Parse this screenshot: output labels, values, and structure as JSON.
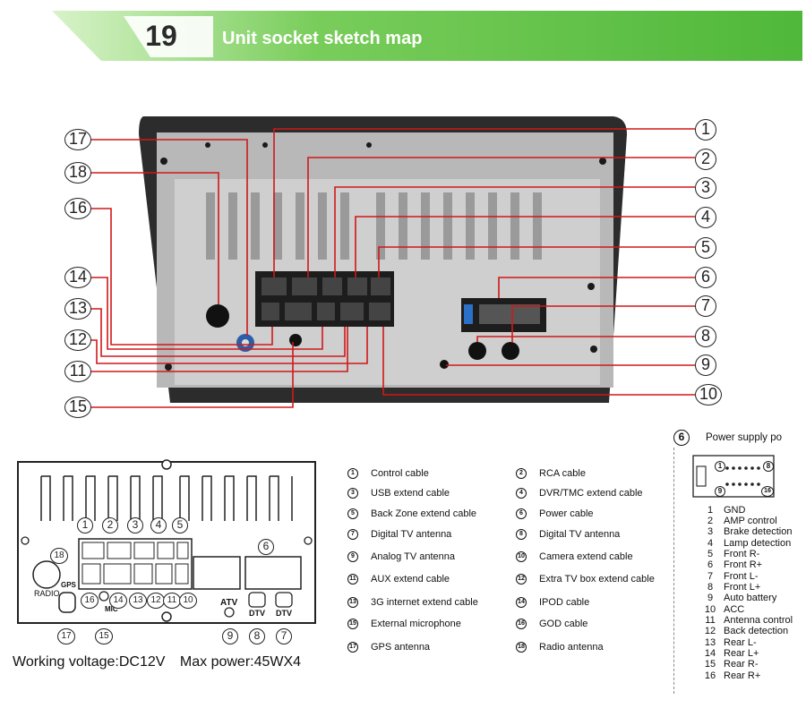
{
  "header": {
    "number": "19",
    "title": "Unit socket sketch map",
    "colors": {
      "green_light": "#bfe9a8",
      "green_dark": "#4fb83a",
      "text": "#ffffff"
    }
  },
  "photo_callouts": [
    "1",
    "2",
    "3",
    "4",
    "5",
    "6",
    "7",
    "8",
    "9",
    "10",
    "11",
    "12",
    "13",
    "14",
    "15",
    "16",
    "17",
    "18"
  ],
  "sketch": {
    "labels": {
      "gps": "GPS",
      "radio": "RADIO",
      "mic": "MIC",
      "atv": "ATV",
      "dtv": "DTV"
    },
    "port_numbers": [
      "1",
      "2",
      "3",
      "4",
      "5",
      "6",
      "7",
      "8",
      "9",
      "10",
      "11",
      "12",
      "13",
      "14",
      "15",
      "16",
      "17",
      "18"
    ]
  },
  "specs": {
    "voltage": "Working voltage:DC12V",
    "power": "Max power:45WX4"
  },
  "legend": [
    {
      "num": "1",
      "label": "Control cable"
    },
    {
      "num": "2",
      "label": "RCA cable"
    },
    {
      "num": "3",
      "label": "USB extend cable"
    },
    {
      "num": "4",
      "label": "DVR/TMC extend cable"
    },
    {
      "num": "5",
      "label": "Back Zone extend cable"
    },
    {
      "num": "6",
      "label": "Power cable"
    },
    {
      "num": "7",
      "label": "Digital TV antenna"
    },
    {
      "num": "8",
      "label": "Digital TV antenna"
    },
    {
      "num": "9",
      "label": "Analog TV antenna"
    },
    {
      "num": "10",
      "label": "Camera extend cable"
    },
    {
      "num": "11",
      "label": "AUX extend cable"
    },
    {
      "num": "12",
      "label": "Extra TV box extend cable"
    },
    {
      "num": "13",
      "label": "3G internet extend cable"
    },
    {
      "num": "14",
      "label": "IPOD cable"
    },
    {
      "num": "15",
      "label": "External microphone"
    },
    {
      "num": "16",
      "label": "GOD cable"
    },
    {
      "num": "17",
      "label": "GPS antenna"
    },
    {
      "num": "18",
      "label": "Radio antenna"
    }
  ],
  "power_supply": {
    "num": "6",
    "title": "Power supply po",
    "plug_pins": [
      "1",
      "8",
      "9",
      "16"
    ],
    "pins": [
      {
        "n": "1",
        "label": "GND"
      },
      {
        "n": "2",
        "label": "AMP control"
      },
      {
        "n": "3",
        "label": "Brake detection"
      },
      {
        "n": "4",
        "label": "Lamp detection"
      },
      {
        "n": "5",
        "label": "Front R-"
      },
      {
        "n": "6",
        "label": "Front R+"
      },
      {
        "n": "7",
        "label": "Front L-"
      },
      {
        "n": "8",
        "label": "Front L+"
      },
      {
        "n": "9",
        "label": "Auto battery"
      },
      {
        "n": "10",
        "label": "ACC"
      },
      {
        "n": "11",
        "label": "Antenna control"
      },
      {
        "n": "12",
        "label": "Back detection"
      },
      {
        "n": "13",
        "label": "Rear L-"
      },
      {
        "n": "14",
        "label": "Rear L+"
      },
      {
        "n": "15",
        "label": "Rear R-"
      },
      {
        "n": "16",
        "label": "Rear R+"
      }
    ]
  }
}
